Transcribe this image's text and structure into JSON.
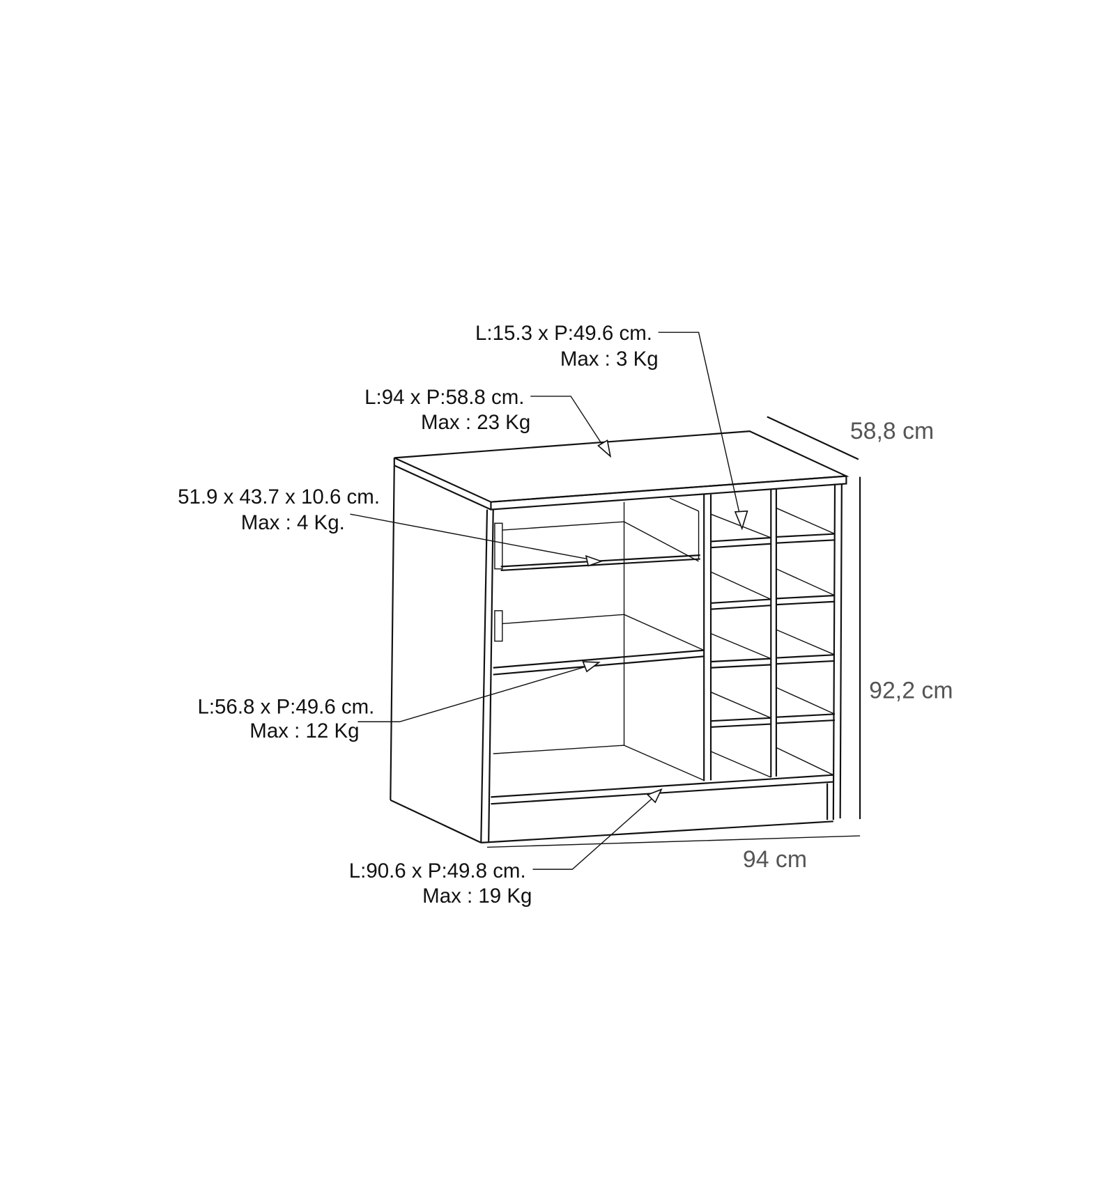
{
  "annotations": {
    "cubby_shelf": {
      "size": "L:15.3 x P:49.6 cm.",
      "max": "Max : 3 Kg"
    },
    "top": {
      "size": "L:94 x P:58.8 cm.",
      "max": "Max : 23 Kg"
    },
    "drawer": {
      "size": "51.9 x 43.7 x 10.6 cm.",
      "max": "Max : 4 Kg."
    },
    "middle_shelf": {
      "size": "L:56.8 x P:49.6 cm.",
      "max": "Max : 12 Kg"
    },
    "bottom_shelf": {
      "size": "L:90.6 x P:49.8 cm.",
      "max": "Max : 19 Kg"
    }
  },
  "dimensions": {
    "depth": "58,8 cm",
    "height": "92,2 cm",
    "width": "94 cm"
  }
}
